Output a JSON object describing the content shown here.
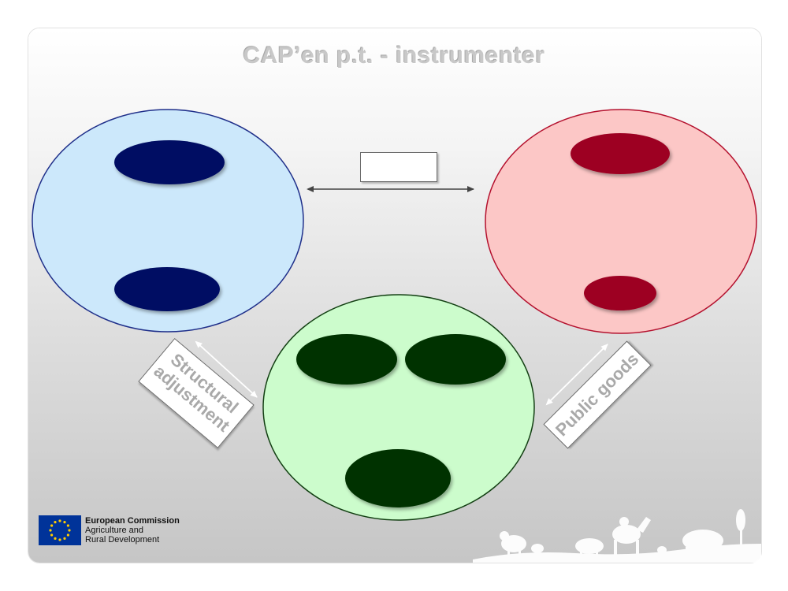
{
  "slide": {
    "title": "CAP’en p.t. - instrumenter"
  },
  "labels": {
    "top": "",
    "structural": "Structural adjustment",
    "public_goods": "Public goods"
  },
  "footer": {
    "org_name": "European Commission",
    "org_sub1": "Agriculture and",
    "org_sub2": "Rural Development"
  },
  "colors": {
    "blue_circle": "#cce8fb",
    "blue_ellipse": "#000f63",
    "red_circle": "#fcc7c6",
    "red_ellipse": "#9d0022",
    "green_circle": "#ccfccc",
    "green_ellipse": "#003200"
  },
  "icons": [
    "eu-flag-icon",
    "farm-animals-icon"
  ]
}
